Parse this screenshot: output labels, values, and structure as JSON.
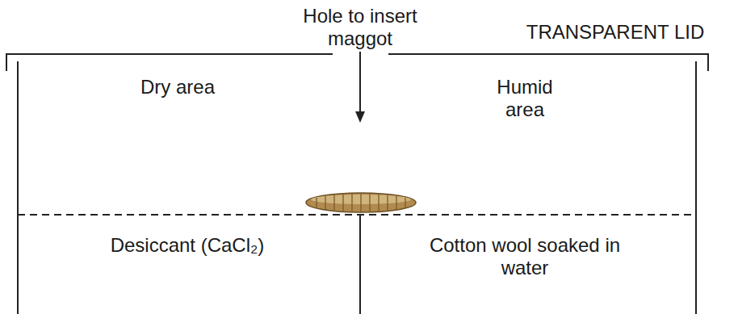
{
  "diagram": {
    "labels": [
      "Hole to insert maggot",
      "TRANSPARENT LID",
      "Dry area",
      "Humid area",
      "Desiccant (CaCl₂)",
      "Cotton wool soaked in water"
    ]
  }
}
